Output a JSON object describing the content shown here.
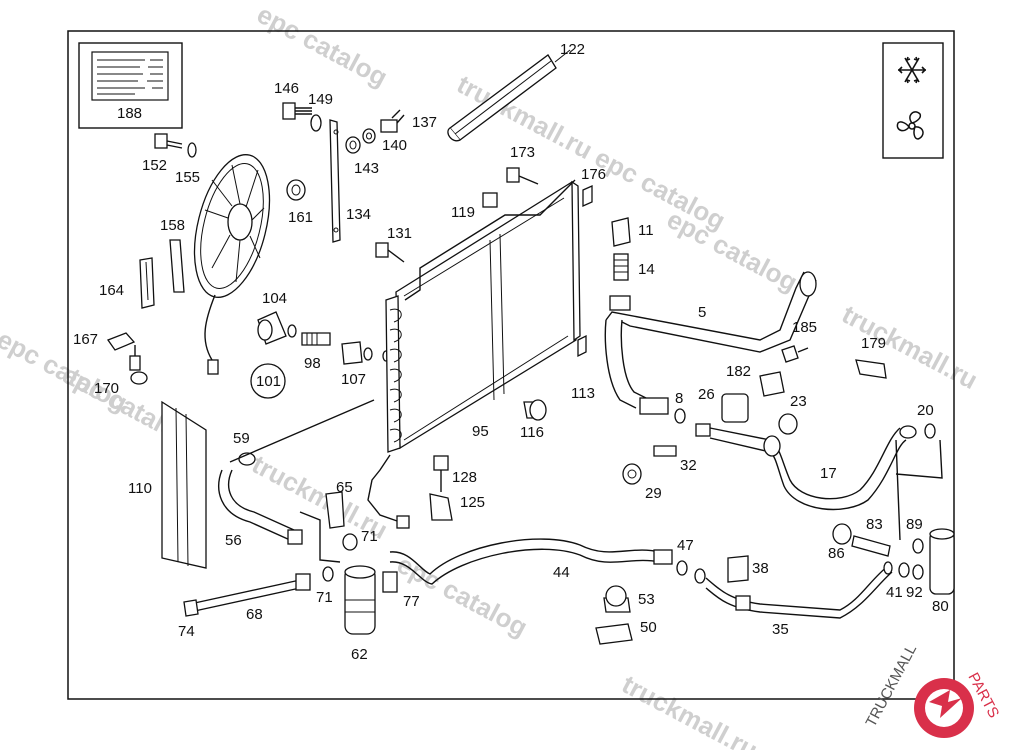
{
  "watermark": {
    "text_catalog": "epc catalog",
    "text_truckmall": "truckmall.ru",
    "text_truckmall_epc": "truckmall.ru epc catalog"
  },
  "logo": {
    "text_truck": "TRUCKMALL",
    "text_parts": "PARTS",
    "color_truck": "#555555",
    "color_parts": "#d9304a"
  },
  "legend_box": {
    "label": "188"
  },
  "icons": [
    "snowflake-icon",
    "fan-icon"
  ],
  "parts": [
    {
      "id": "p122",
      "label": "122"
    },
    {
      "id": "p146",
      "label": "146"
    },
    {
      "id": "p149",
      "label": "149"
    },
    {
      "id": "p137",
      "label": "137"
    },
    {
      "id": "p140",
      "label": "140"
    },
    {
      "id": "p143",
      "label": "143"
    },
    {
      "id": "p152",
      "label": "152"
    },
    {
      "id": "p155",
      "label": "155"
    },
    {
      "id": "p161",
      "label": "161"
    },
    {
      "id": "p134",
      "label": "134"
    },
    {
      "id": "p158",
      "label": "158"
    },
    {
      "id": "p164",
      "label": "164"
    },
    {
      "id": "p167",
      "label": "167"
    },
    {
      "id": "p170",
      "label": "170"
    },
    {
      "id": "p104",
      "label": "104"
    },
    {
      "id": "p98",
      "label": "98"
    },
    {
      "id": "p107",
      "label": "107"
    },
    {
      "id": "p101",
      "label": "101"
    },
    {
      "id": "p173",
      "label": "173"
    },
    {
      "id": "p176",
      "label": "176"
    },
    {
      "id": "p119",
      "label": "119"
    },
    {
      "id": "p131",
      "label": "131"
    },
    {
      "id": "p11",
      "label": "11"
    },
    {
      "id": "p14",
      "label": "14"
    },
    {
      "id": "p5",
      "label": "5"
    },
    {
      "id": "p185",
      "label": "185"
    },
    {
      "id": "p179",
      "label": "179"
    },
    {
      "id": "p182",
      "label": "182"
    },
    {
      "id": "p113",
      "label": "113"
    },
    {
      "id": "p26",
      "label": "26"
    },
    {
      "id": "p8",
      "label": "8"
    },
    {
      "id": "p23",
      "label": "23"
    },
    {
      "id": "p20",
      "label": "20"
    },
    {
      "id": "p95",
      "label": "95"
    },
    {
      "id": "p116",
      "label": "116"
    },
    {
      "id": "p59",
      "label": "59"
    },
    {
      "id": "p110",
      "label": "110"
    },
    {
      "id": "p32",
      "label": "32"
    },
    {
      "id": "p29",
      "label": "29"
    },
    {
      "id": "p17",
      "label": "17"
    },
    {
      "id": "p128",
      "label": "128"
    },
    {
      "id": "p125",
      "label": "125"
    },
    {
      "id": "p65",
      "label": "65"
    },
    {
      "id": "p56",
      "label": "56"
    },
    {
      "id": "p71a",
      "label": "71"
    },
    {
      "id": "p83",
      "label": "83"
    },
    {
      "id": "p89",
      "label": "89"
    },
    {
      "id": "p86",
      "label": "86"
    },
    {
      "id": "p47",
      "label": "47"
    },
    {
      "id": "p44",
      "label": "44"
    },
    {
      "id": "p38",
      "label": "38"
    },
    {
      "id": "p71b",
      "label": "71"
    },
    {
      "id": "p77",
      "label": "77"
    },
    {
      "id": "p68",
      "label": "68"
    },
    {
      "id": "p74",
      "label": "74"
    },
    {
      "id": "p62",
      "label": "62"
    },
    {
      "id": "p53",
      "label": "53"
    },
    {
      "id": "p50",
      "label": "50"
    },
    {
      "id": "p35",
      "label": "35"
    },
    {
      "id": "p41",
      "label": "41"
    },
    {
      "id": "p92",
      "label": "92"
    },
    {
      "id": "p80",
      "label": "80"
    }
  ]
}
